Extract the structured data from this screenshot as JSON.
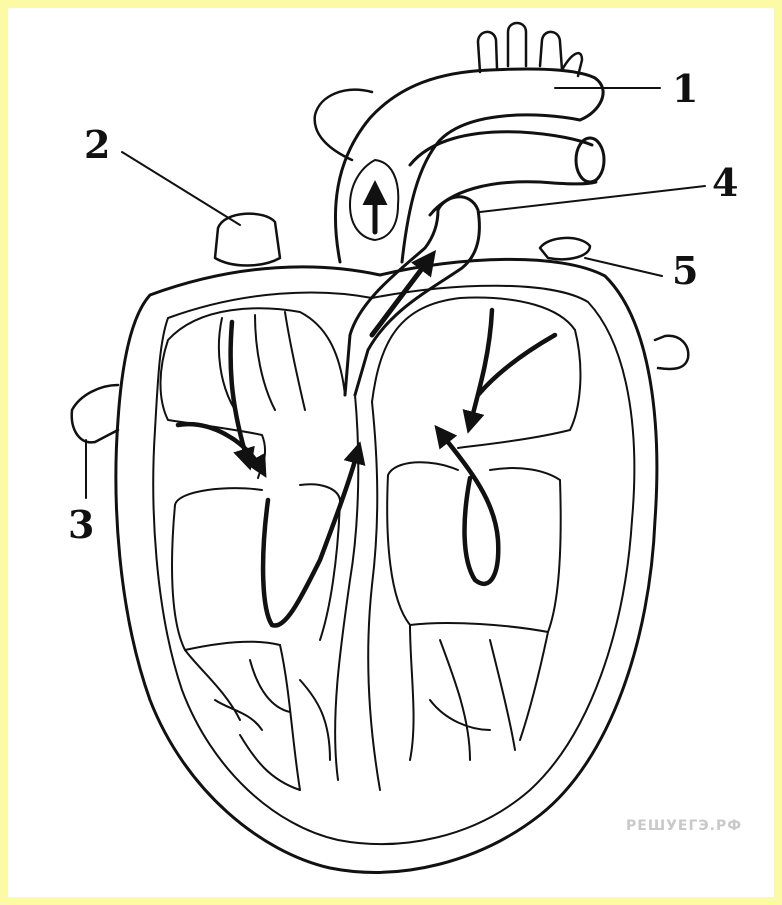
{
  "labels": {
    "l1": "1",
    "l2": "2",
    "l3": "3",
    "l4": "4",
    "l5": "5"
  },
  "watermark": "РЕШУЕГЭ.РФ",
  "colors": {
    "frame": "#fdfaa6",
    "ink": "#111111",
    "background": "#ffffff"
  }
}
